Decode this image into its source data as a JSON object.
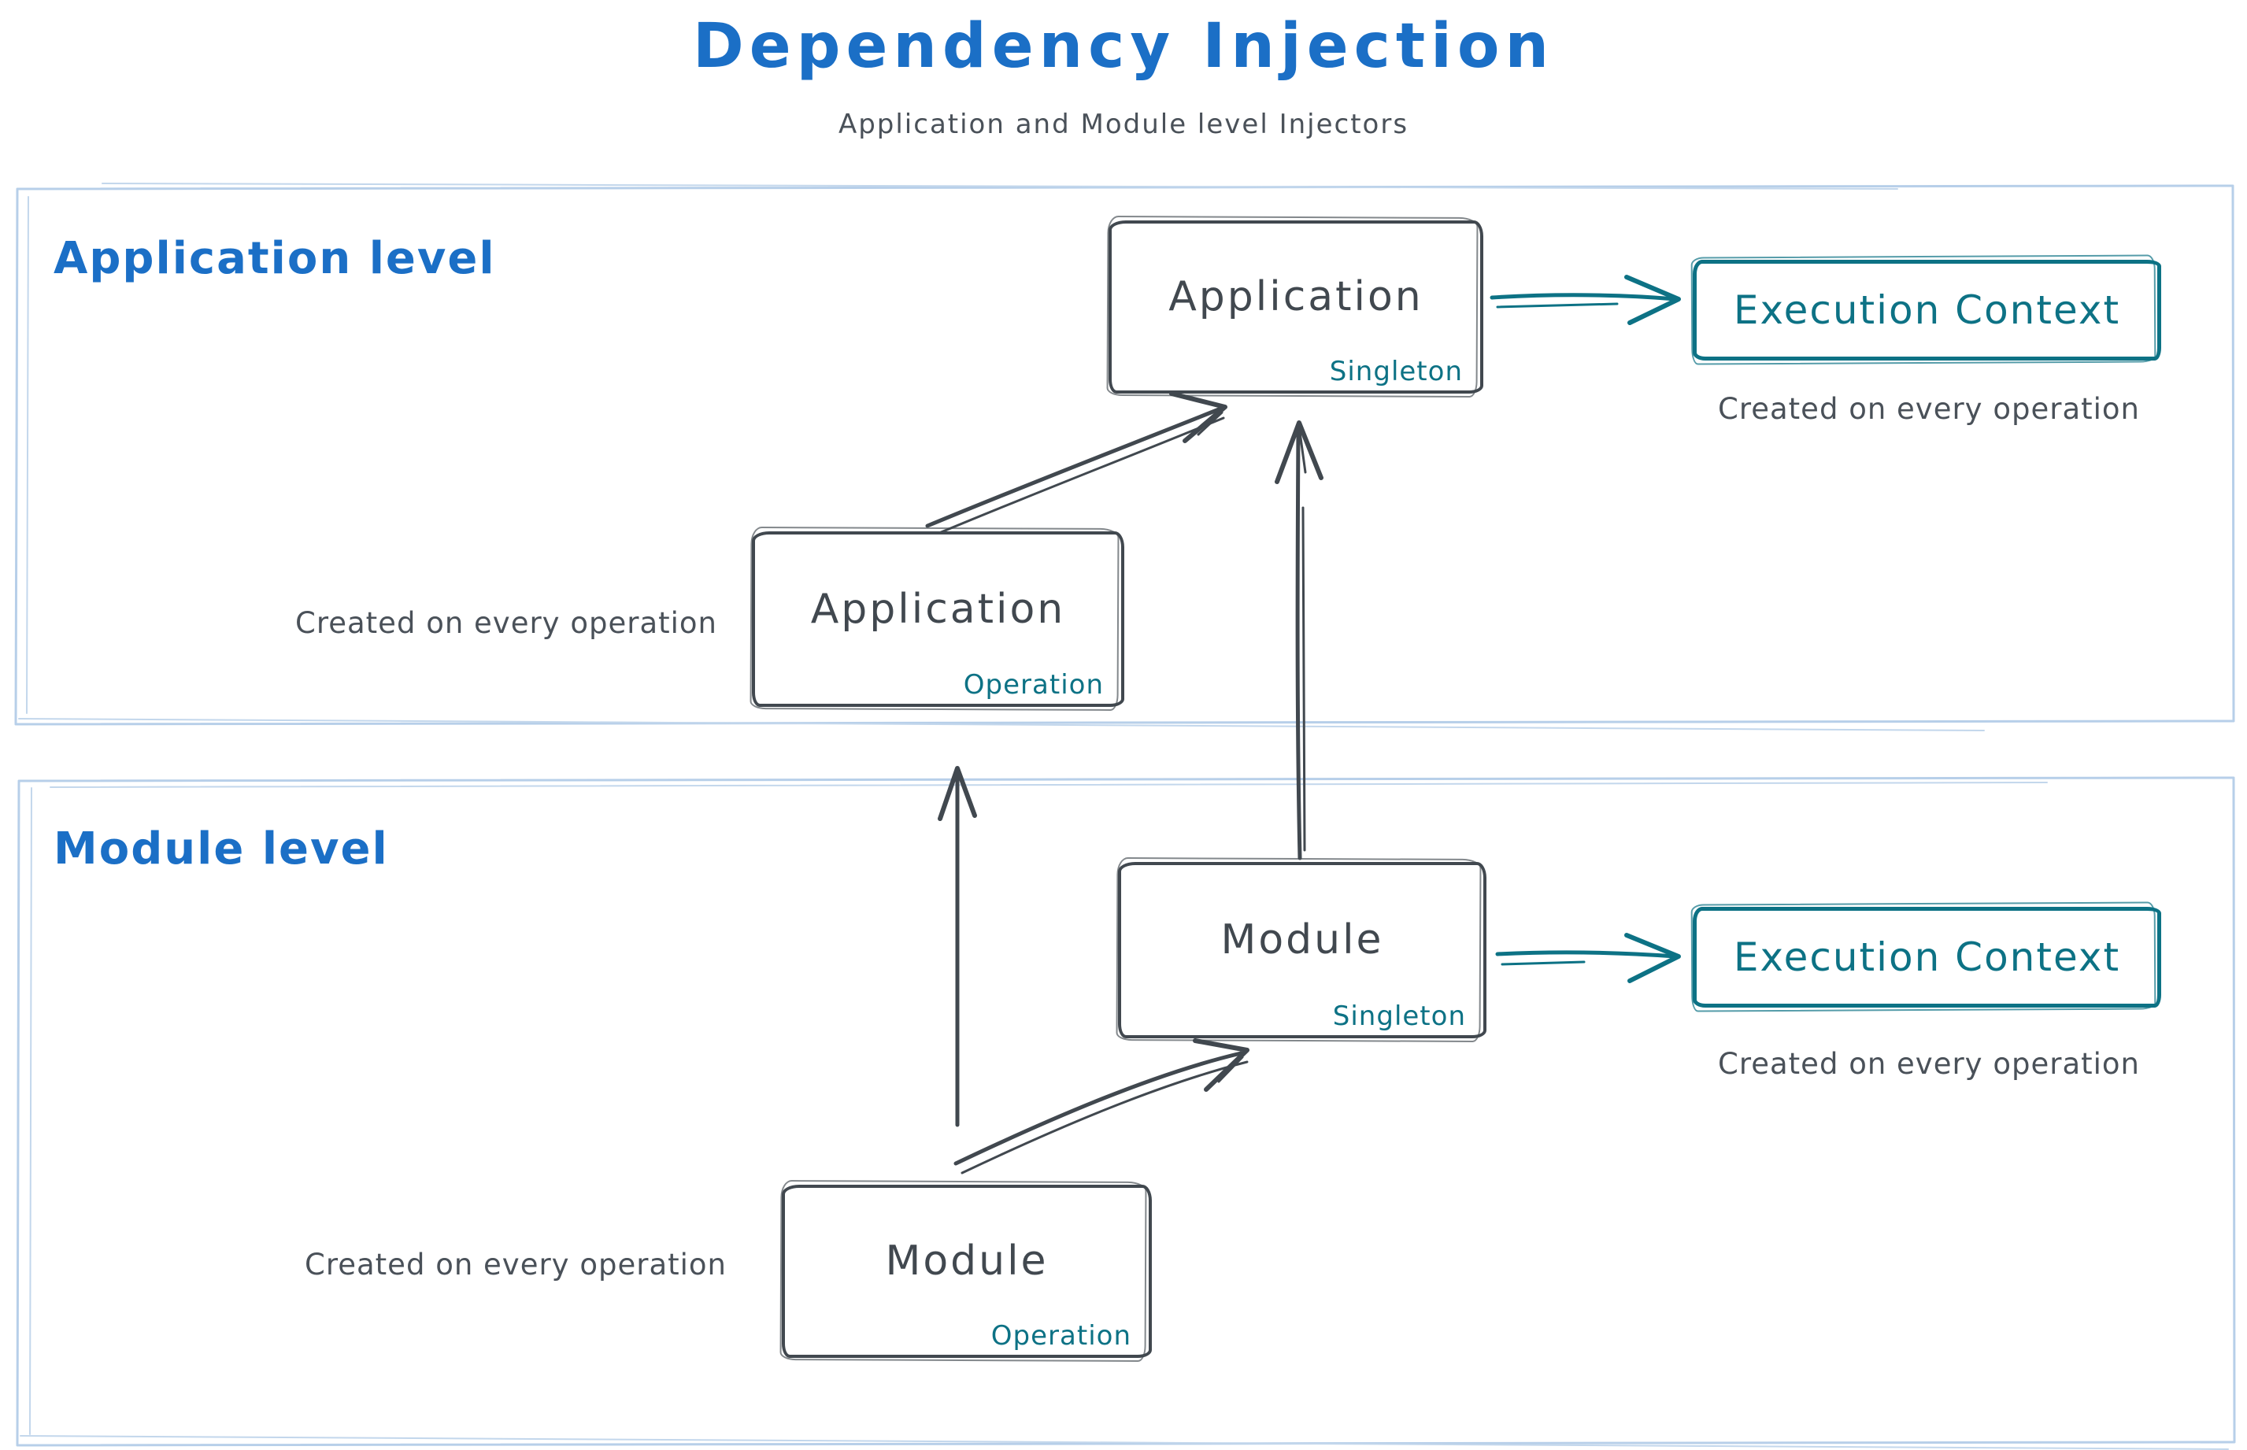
{
  "title": "Dependency Injection",
  "subtitle": "Application and Module level Injectors",
  "sections": [
    {
      "label": "Application level"
    },
    {
      "label": "Module level"
    }
  ],
  "nodes": {
    "app_singleton": {
      "name": "Application",
      "type": "Singleton"
    },
    "app_operation": {
      "name": "Application",
      "type": "Operation"
    },
    "module_singleton": {
      "name": "Module",
      "type": "Singleton"
    },
    "module_operation": {
      "name": "Module",
      "type": "Operation"
    },
    "ec_app": {
      "label": "Execution Context"
    },
    "ec_module": {
      "label": "Execution Context"
    }
  },
  "captions": {
    "ec_app": "Created on every operation",
    "app_operation": "Created on every operation",
    "ec_module": "Created on every operation",
    "module_operation": "Created on every operation"
  },
  "colors": {
    "title_blue": "#1b6fc6",
    "ink_dark": "#41484f",
    "text_gray": "#4a5159",
    "teal": "#0d7285",
    "container_border": "#b7cfe9"
  }
}
